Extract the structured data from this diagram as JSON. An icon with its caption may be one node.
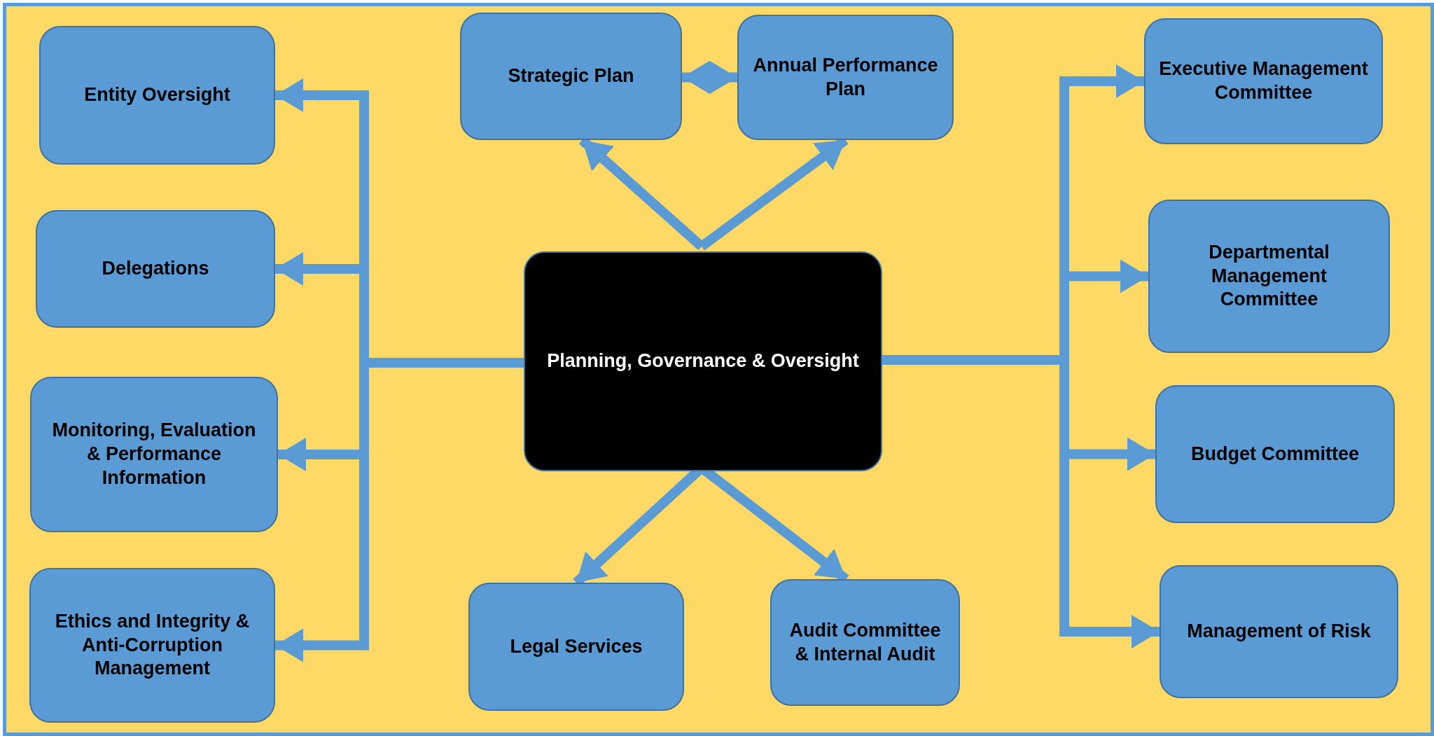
{
  "diagram": {
    "nodes": [
      {
        "text": [
          "Planning, Governance & Oversight"
        ]
      },
      {
        "text": [
          "Entity Oversight"
        ]
      },
      {
        "text": [
          "Delegations"
        ]
      },
      {
        "text": [
          "Monitoring, Evaluation & Performance Information"
        ]
      },
      {
        "text": [
          "Ethics and Integrity & Anti-Corruption Management"
        ]
      },
      {
        "text": [
          "Strategic Plan"
        ]
      },
      {
        "text": [
          "Annual Performance Plan"
        ]
      },
      {
        "text": [
          "Legal Services"
        ]
      },
      {
        "text": [
          "Audit Committee & Internal Audit"
        ]
      },
      {
        "text": [
          "Executive Management Committee"
        ]
      },
      {
        "text": [
          "Departmental Management Committee"
        ]
      },
      {
        "text": [
          "Budget Committee"
        ]
      },
      {
        "text": [
          "Management of Risk"
        ]
      }
    ],
    "edges": [
      {
        "from": 0,
        "to": 1,
        "arrow": "to"
      },
      {
        "from": 0,
        "to": 2,
        "arrow": "to"
      },
      {
        "from": 0,
        "to": 3,
        "arrow": "to"
      },
      {
        "from": 0,
        "to": 4,
        "arrow": "to"
      },
      {
        "from": 5,
        "to": 6,
        "arrow": "both"
      },
      {
        "from": 0,
        "to": 5,
        "arrow": "to"
      },
      {
        "from": 0,
        "to": 6,
        "arrow": "to"
      },
      {
        "from": 0,
        "to": 7,
        "arrow": "to"
      },
      {
        "from": 0,
        "to": 8,
        "arrow": "to"
      },
      {
        "from": 0,
        "to": 9,
        "arrow": "to"
      },
      {
        "from": 0,
        "to": 10,
        "arrow": "to"
      },
      {
        "from": 0,
        "to": 11,
        "arrow": "to"
      },
      {
        "from": 0,
        "to": 12,
        "arrow": "to"
      }
    ]
  }
}
